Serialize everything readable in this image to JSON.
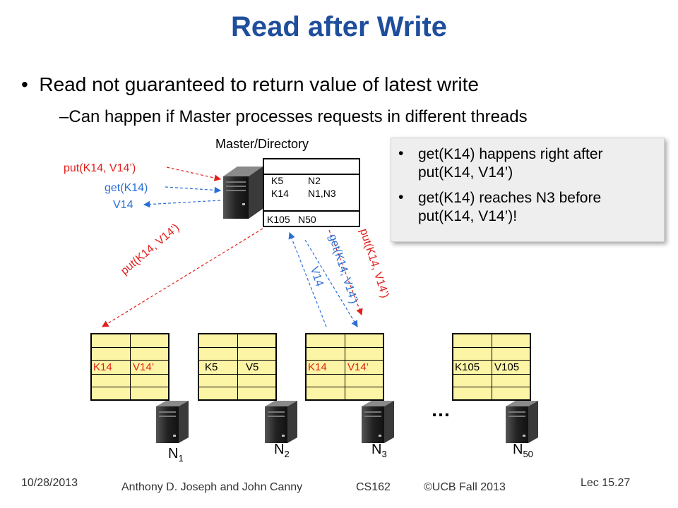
{
  "title": "Read after Write",
  "bullets": {
    "main": "Read not guaranteed to return value of latest write",
    "sub": "Can happen if Master processes requests in different threads"
  },
  "master": {
    "label": "Master/Directory",
    "rows": [
      {
        "key": "K5",
        "value": "N2"
      },
      {
        "key": "K14",
        "value": "N1,N3"
      },
      {
        "key": "K105",
        "value": "N50"
      }
    ]
  },
  "client_labels": {
    "put": "put(K14, V14’)",
    "get": "get(K14)",
    "resp": "V14"
  },
  "arrow_labels": {
    "put_to_n1": "put(K14, V14’)",
    "get_to_n3": "get(K14, V14’)",
    "v14_back": "V14",
    "put_to_n3": "put(K14, V14’)"
  },
  "callout": {
    "items": [
      "get(K14) happens right after put(K14, V14’)",
      "get(K14) reaches N3 before put(K14, V14’)!"
    ]
  },
  "nodes": [
    {
      "key": "K14",
      "value": "V14’",
      "label": "N",
      "sub": "1",
      "key_color": "#e0201b"
    },
    {
      "key": "K5",
      "value": "V5",
      "label": "N",
      "sub": "2",
      "key_color": "#000000"
    },
    {
      "key": "K14",
      "value": "V14’",
      "label": "N",
      "sub": "3",
      "key_color": "#e0201b"
    },
    {
      "key": "K105",
      "value": "V105",
      "label": "N",
      "sub": "50",
      "key_color": "#000000"
    }
  ],
  "ellipsis": "…",
  "footer": {
    "date": "10/28/2013",
    "authors": "Anthony D. Joseph and John Canny",
    "course": "CS162",
    "term": "©UCB Fall 2013",
    "lecture": "Lec 15.27"
  },
  "colors": {
    "title": "#1f4e9c",
    "red": "#e0201b",
    "blue": "#2a6fd6",
    "cell": "#fdf5a6"
  }
}
